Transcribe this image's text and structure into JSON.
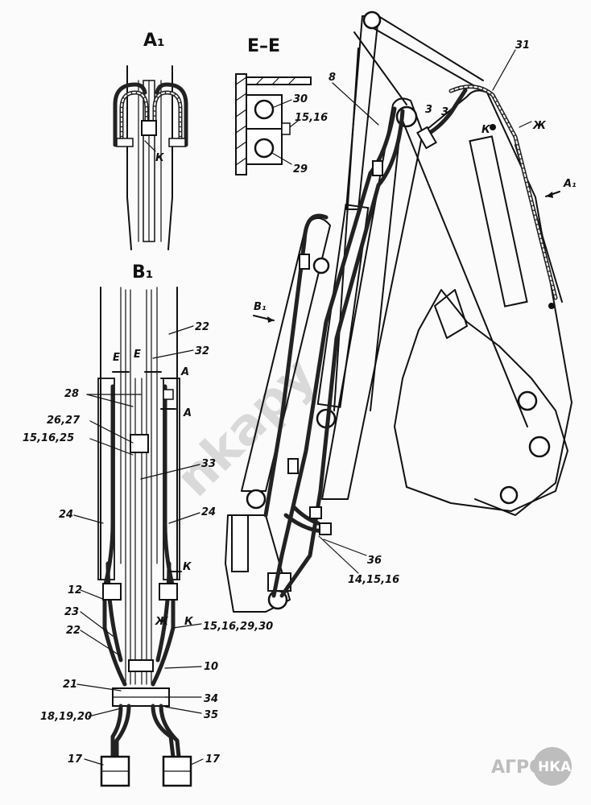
{
  "watermark": "nkapy",
  "logo": {
    "left": "АГРО",
    "right": "НКА"
  },
  "views": {
    "a1": "А₁",
    "e_e": "Е–Е",
    "b1": "В₁"
  },
  "section_e_e": {
    "labels": [
      "30",
      "15,16",
      "29"
    ]
  },
  "view_a1": {
    "labels": [
      "К"
    ]
  },
  "view_b1": {
    "labels": [
      "22",
      "32",
      "Е",
      "Е",
      "А",
      "А",
      "28",
      "26,27",
      "15,16,25",
      "33",
      "24",
      "24",
      "К",
      "12",
      "23",
      "Ж",
      "К",
      "15,16,29,30",
      "22",
      "10",
      "21",
      "34",
      "18,19,20",
      "35",
      "17",
      "17"
    ]
  },
  "main_view": {
    "labels": [
      "8",
      "31",
      "3",
      "3",
      "Ж",
      "К",
      "А₁",
      "В₁",
      "36",
      "14,15,16"
    ]
  }
}
